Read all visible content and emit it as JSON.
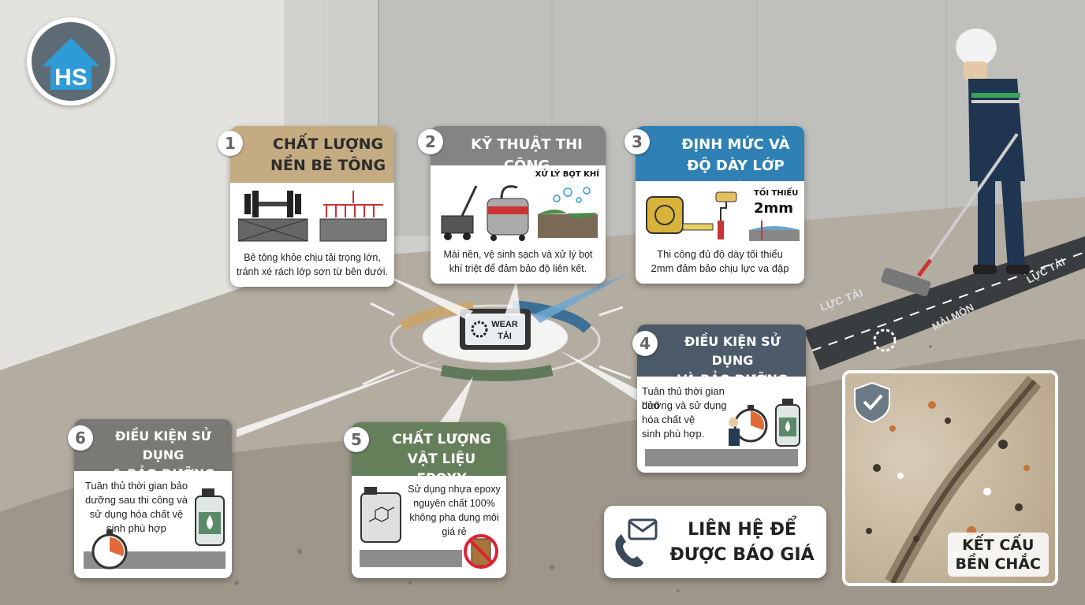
{
  "brand": {
    "logo_text": "HS"
  },
  "center": {
    "tablet_label_1": "WEAR",
    "tablet_label_2": "TẢI"
  },
  "cards": [
    {
      "num": "1",
      "title_1": "CHẤT LƯỢNG",
      "title_2": "NỀN BÊ TÔNG",
      "color": "#b69b72",
      "text_1": "Bê tông khỏe chịu tải trọng lớn,",
      "text_2": "tránh xé rách lớp sơn từ bên dưới."
    },
    {
      "num": "2",
      "title_1": "KỸ THUẬT THI CÔNG",
      "tag": "XỬ LÝ BỌT KHÍ",
      "color": "#7a7a78",
      "text_1": "Mài nền, vệ sinh sạch và xử lý bọt",
      "text_2": "khí triệt để đảm bảo độ liên kết."
    },
    {
      "num": "3",
      "title_1": "ĐỊNH MỨC VÀ",
      "title_2": "ĐỘ DÀY LỚP SƠN",
      "color": "#2f7fb3",
      "tag_1": "TỐI THIỂU",
      "tag_2": "2mm",
      "text_1": "Thi công đủ độ dày tối thiểu",
      "text_2": "2mm đảm bảo chịu lực va đập"
    },
    {
      "num": "4",
      "title_1": "ĐIỀU KIỆN SỬ DỤNG",
      "title_2": "VÀ BẢO DƯỠNG",
      "color": "#4a5866",
      "text_1": "Tuân thủ thời gian bảo",
      "text_2": "dưỡng và sử dụng",
      "text_3": "hóa chất vệ",
      "text_4": "sinh phù hợp."
    },
    {
      "num": "5",
      "title_1": "CHẤT LƯỢNG",
      "title_2": "VẬT LIỆU EPOXY",
      "color": "#607a55",
      "text_1": "Sử dụng nhựa epoxy",
      "text_2": "nguyên chất 100%",
      "text_3": "không pha dung môi",
      "text_4": "giá rẻ"
    },
    {
      "num": "6",
      "title_1": "ĐIỀU KIỆN SỬ DỤNG",
      "title_2": "& BẢO DƯỠNG",
      "color": "#787673",
      "text_1": "Tuân thủ thời gian bảo",
      "text_2": "dưỡng sau thi công và",
      "text_3": "sử dụng hóa chất vệ",
      "text_4": "sinh phù hợp"
    }
  ],
  "contact": {
    "line_1": "LIÊN HỆ ĐỂ",
    "line_2": "ĐƯỢC BÁO GIÁ"
  },
  "photo": {
    "badge_1": "KẾT CẤU",
    "badge_2": "BỀN CHẮC"
  },
  "floor_labels": {
    "a": "LỰC TẢI",
    "b": "MÀI MÒN",
    "c": "LỰC TẢI"
  },
  "icons": [
    "phone-icon",
    "mail-icon",
    "shield-check-icon",
    "dumbbell-icon",
    "load-arrows-icon",
    "grinder-icon",
    "vacuum-icon",
    "tape-measure-icon",
    "paint-roller-icon",
    "stopwatch-icon",
    "chemical-bottle-icon",
    "epoxy-canister-icon",
    "no-solvent-icon"
  ]
}
